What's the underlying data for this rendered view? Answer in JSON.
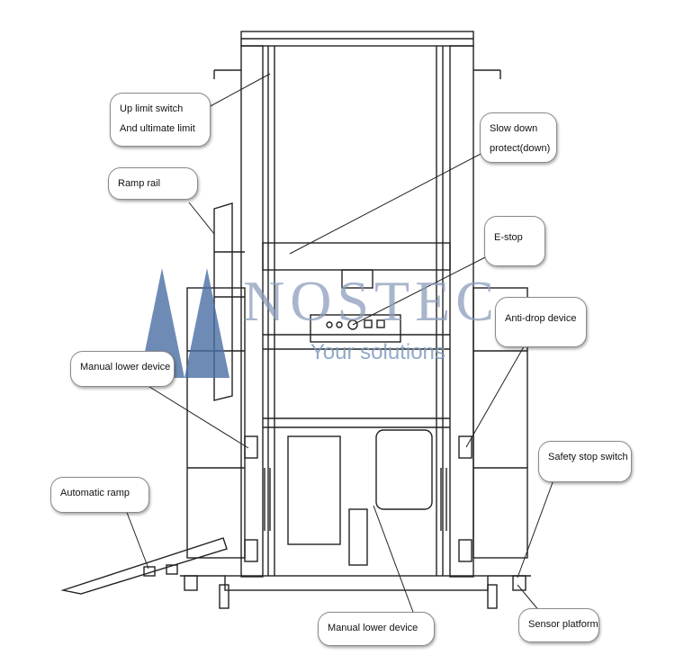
{
  "watermark": {
    "letters": "NOSTEC",
    "tagline": "Your solutions",
    "color": "#4a6fa5"
  },
  "callouts": [
    {
      "id": "up-limit",
      "lines": [
        "Up limit switch",
        "And  ultimate limit"
      ]
    },
    {
      "id": "ramp-rail",
      "lines": [
        "Ramp rail"
      ]
    },
    {
      "id": "slow-down",
      "lines": [
        "Slow down",
        "protect(down)"
      ]
    },
    {
      "id": "e-stop",
      "lines": [
        "E-stop"
      ]
    },
    {
      "id": "anti-drop",
      "lines": [
        "Anti-drop device"
      ]
    },
    {
      "id": "manual-lower-left",
      "lines": [
        "Manual lower device"
      ]
    },
    {
      "id": "safety-stop",
      "lines": [
        "Safety stop switch"
      ]
    },
    {
      "id": "automatic-ramp",
      "lines": [
        "Automatic ramp"
      ]
    },
    {
      "id": "manual-lower-bottom",
      "lines": [
        "Manual lower device"
      ]
    },
    {
      "id": "sensor-platform",
      "lines": [
        "Sensor platform"
      ]
    }
  ]
}
